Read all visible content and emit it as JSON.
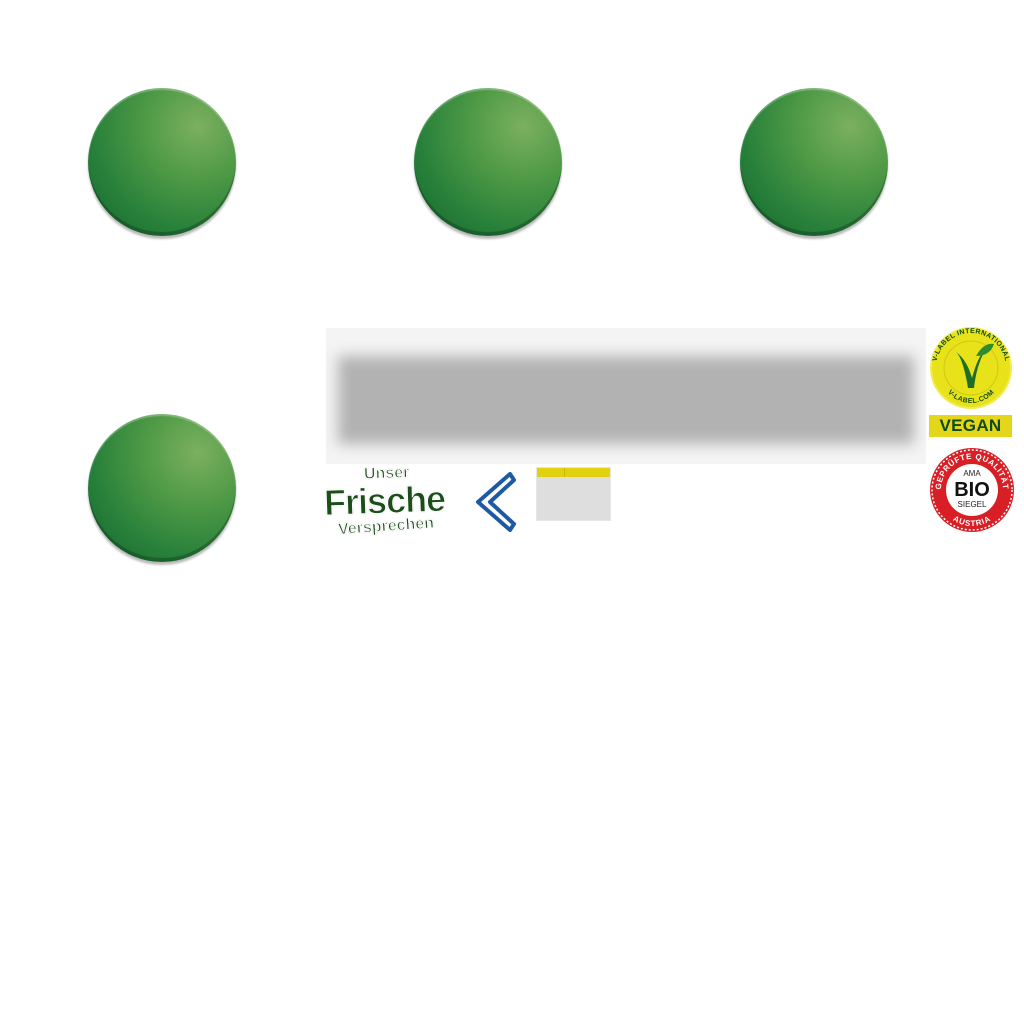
{
  "circles": [
    {
      "name": "green-circle-1"
    },
    {
      "name": "green-circle-2"
    },
    {
      "name": "green-circle-3"
    },
    {
      "name": "green-circle-4"
    }
  ],
  "frische_logo": {
    "line1": "Unser",
    "line2": "Frische",
    "line3": "Versprechen"
  },
  "vlabel": {
    "ring_top": "V-LABEL INTERNATIONAL",
    "ring_bottom": "V-LABEL.COM",
    "badge": "VEGAN"
  },
  "bio_seal": {
    "ring_top": "GEPRÜFTE QUALITÄT",
    "ring_bottom": "AUSTRIA",
    "line1": "AMA",
    "line2": "BIO",
    "line3": "SIEGEL"
  },
  "icons": {
    "back": "chevron-left-icon",
    "vlabel": "v-label-icon",
    "bio": "ama-bio-seal-icon"
  },
  "colors": {
    "green_dark": "#16672e",
    "green_light": "#7bb060",
    "logo_green": "#1b4e19",
    "chevron_blue": "#1d5aa3",
    "vegan_yellow": "#e3d61b",
    "bio_red": "#d81f26"
  }
}
